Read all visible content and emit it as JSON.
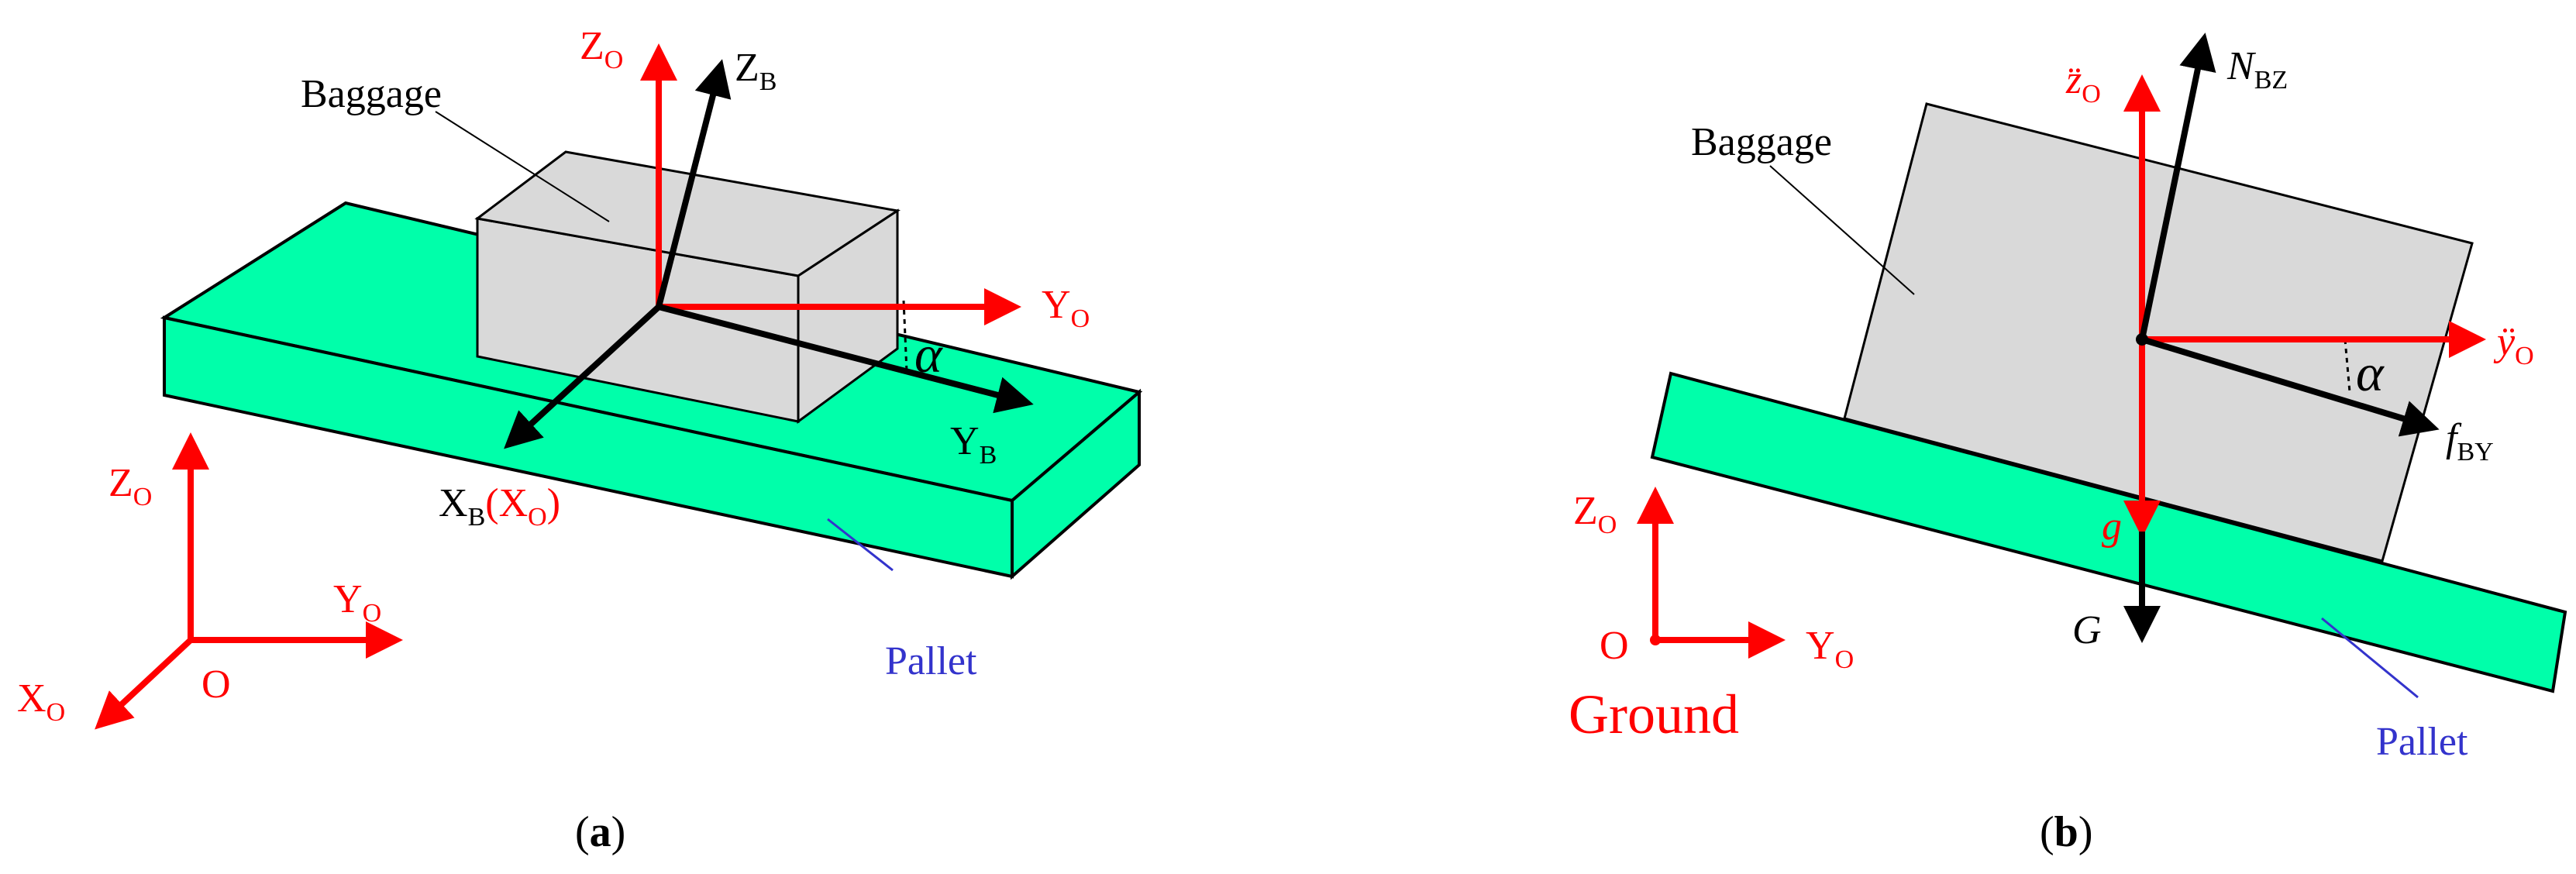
{
  "colors": {
    "red": "#ff0000",
    "black": "#000000",
    "blue": "#3333cc",
    "pallet": "#00ffaa",
    "baggage": "#d9d9d9",
    "outline": "#000000"
  },
  "panel_a": {
    "caption_open": "(",
    "caption_letter": "a",
    "caption_close": ")",
    "baggage_label": "Baggage",
    "pallet_label": "Pallet",
    "alpha": "α",
    "axis_Z": "Z",
    "axis_Y": "Y",
    "axis_X": "X",
    "sub_O": "O",
    "sub_B": "B",
    "xb_paren_open": "(X",
    "xb_paren_close": ")",
    "origin": "O"
  },
  "panel_b": {
    "caption_open": "(",
    "caption_letter": "b",
    "caption_close": ")",
    "baggage_label": "Baggage",
    "pallet_label": "Pallet",
    "ground_label": "Ground",
    "alpha": "α",
    "z_accel": "z̈",
    "y_accel": "ÿ",
    "sub_O": "O",
    "N": "N",
    "sub_BZ": "BZ",
    "f": "f",
    "sub_BY": "BY",
    "g": "g",
    "G": "G",
    "axis_Z": "Z",
    "axis_Y": "Y",
    "origin": "O"
  }
}
